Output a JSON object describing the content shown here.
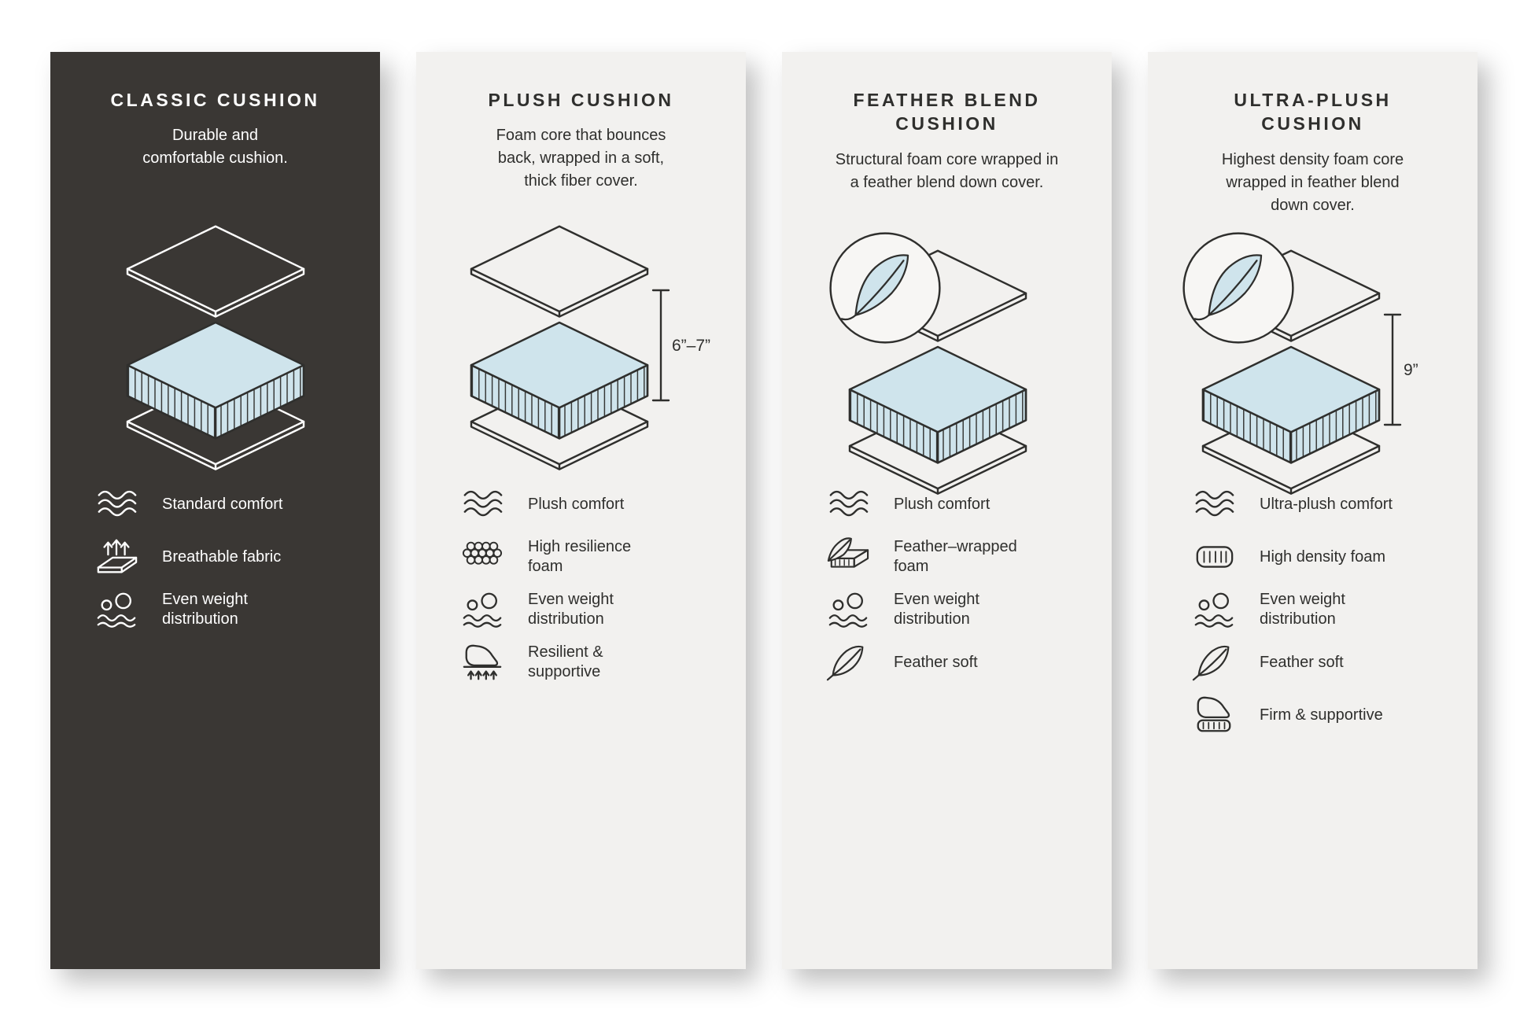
{
  "colors": {
    "panel_dark": "#3a3734",
    "panel_light": "#f2f1ef",
    "foam_blue": "#cfe4ec",
    "ink_dark": "#2f2f2d",
    "ink_light": "#ffffff"
  },
  "cards": [
    {
      "id": "classic",
      "theme": "dark",
      "title": "CLASSIC CUSHION",
      "description": "Durable and\ncomfortable cushion.",
      "has_feather_badge": false,
      "features": [
        {
          "icon": "waves-icon",
          "label": "Standard comfort"
        },
        {
          "icon": "breathable-fabric-icon",
          "label": "Breathable fabric"
        },
        {
          "icon": "even-weight-distribution-icon",
          "label": "Even weight\ndistribution"
        }
      ]
    },
    {
      "id": "plush",
      "theme": "light",
      "title": "PLUSH CUSHION",
      "description": "Foam core that bounces\nback, wrapped in a soft,\nthick fiber cover.",
      "measurement": "6”–7”",
      "has_feather_badge": false,
      "features": [
        {
          "icon": "waves-icon",
          "label": "Plush comfort"
        },
        {
          "icon": "foam-cells-icon",
          "label": "High resilience\nfoam"
        },
        {
          "icon": "even-weight-distribution-icon",
          "label": "Even weight\ndistribution"
        },
        {
          "icon": "press-rebound-icon",
          "label": "Resilient &\nsupportive"
        }
      ]
    },
    {
      "id": "feather-blend",
      "theme": "light",
      "title": "FEATHER BLEND\nCUSHION",
      "description": "Structural foam core wrapped in\na feather blend down cover.",
      "has_feather_badge": true,
      "features": [
        {
          "icon": "waves-icon",
          "label": "Plush comfort"
        },
        {
          "icon": "feather-wrapped-foam-icon",
          "label": "Feather–wrapped\nfoam"
        },
        {
          "icon": "even-weight-distribution-icon",
          "label": "Even weight\ndistribution"
        },
        {
          "icon": "feather-icon",
          "label": "Feather soft"
        }
      ]
    },
    {
      "id": "ultra-plush",
      "theme": "light",
      "title": "ULTRA-PLUSH\nCUSHION",
      "description": "Highest density foam core\nwrapped in feather blend\ndown cover.",
      "measurement": "9”",
      "has_feather_badge": true,
      "features": [
        {
          "icon": "waves-icon",
          "label": "Ultra-plush comfort"
        },
        {
          "icon": "foam-block-icon",
          "label": "High density foam"
        },
        {
          "icon": "even-weight-distribution-icon",
          "label": "Even weight\ndistribution"
        },
        {
          "icon": "feather-icon",
          "label": "Feather soft"
        },
        {
          "icon": "press-block-icon",
          "label": "Firm & supportive"
        }
      ]
    }
  ]
}
